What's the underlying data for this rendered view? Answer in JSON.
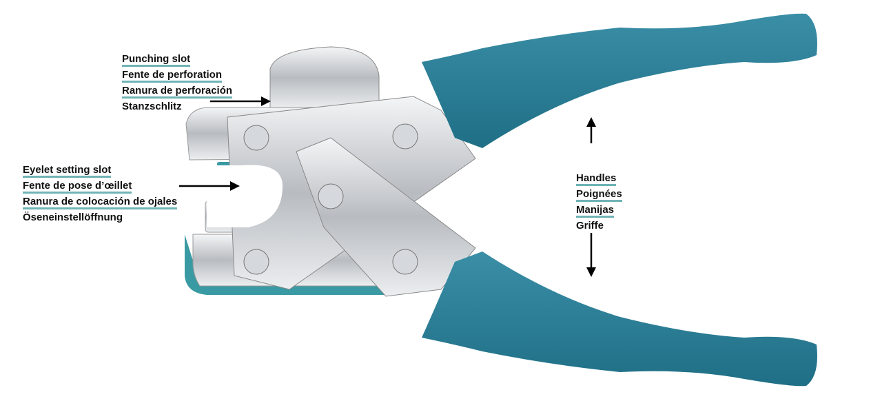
{
  "colors": {
    "handle": "#2d7f97",
    "underline": "#6fb3b5",
    "metal": "#c9ccd0"
  },
  "callouts": {
    "punching_slot": [
      "Punching slot",
      "Fente de perforation",
      "Ranura de perforación",
      "Stanzschlitz"
    ],
    "eyelet_setting_slot": [
      "Eyelet setting slot",
      "Fente de pose d’œillet",
      "Ranura de colocación de ojales",
      "Öseneinstellöffnung"
    ],
    "handles": [
      "Handles",
      "Poignées",
      "Manijas",
      "Griffe"
    ]
  }
}
